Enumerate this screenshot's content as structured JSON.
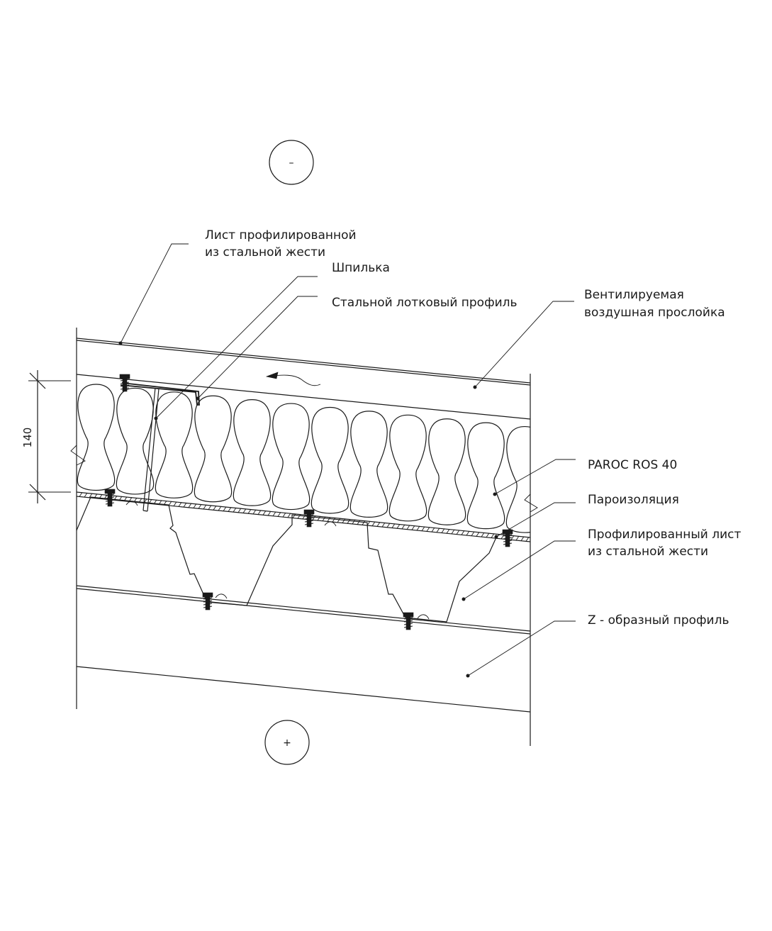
{
  "zones": {
    "cold_sign": "–",
    "warm_sign": "+"
  },
  "dimension": {
    "value": "140"
  },
  "labels": {
    "sheet_line1": "Лист профилированной",
    "sheet_line2": "из стальной жести",
    "pin": "Шпилька",
    "tray_profile": "Стальной лотковый профиль",
    "ventilated_line1": "Вентилируемая",
    "ventilated_line2": "воздушная прослойка",
    "insulation": "PAROC ROS 40",
    "vapour_barrier": "Пароизоляция",
    "profiled_line1": "Профилированный лист",
    "profiled_line2": "из стальной жести",
    "z_profile": "Z - образный профиль"
  },
  "colors": {
    "ink": "#1a1a1a",
    "background": "#ffffff"
  }
}
